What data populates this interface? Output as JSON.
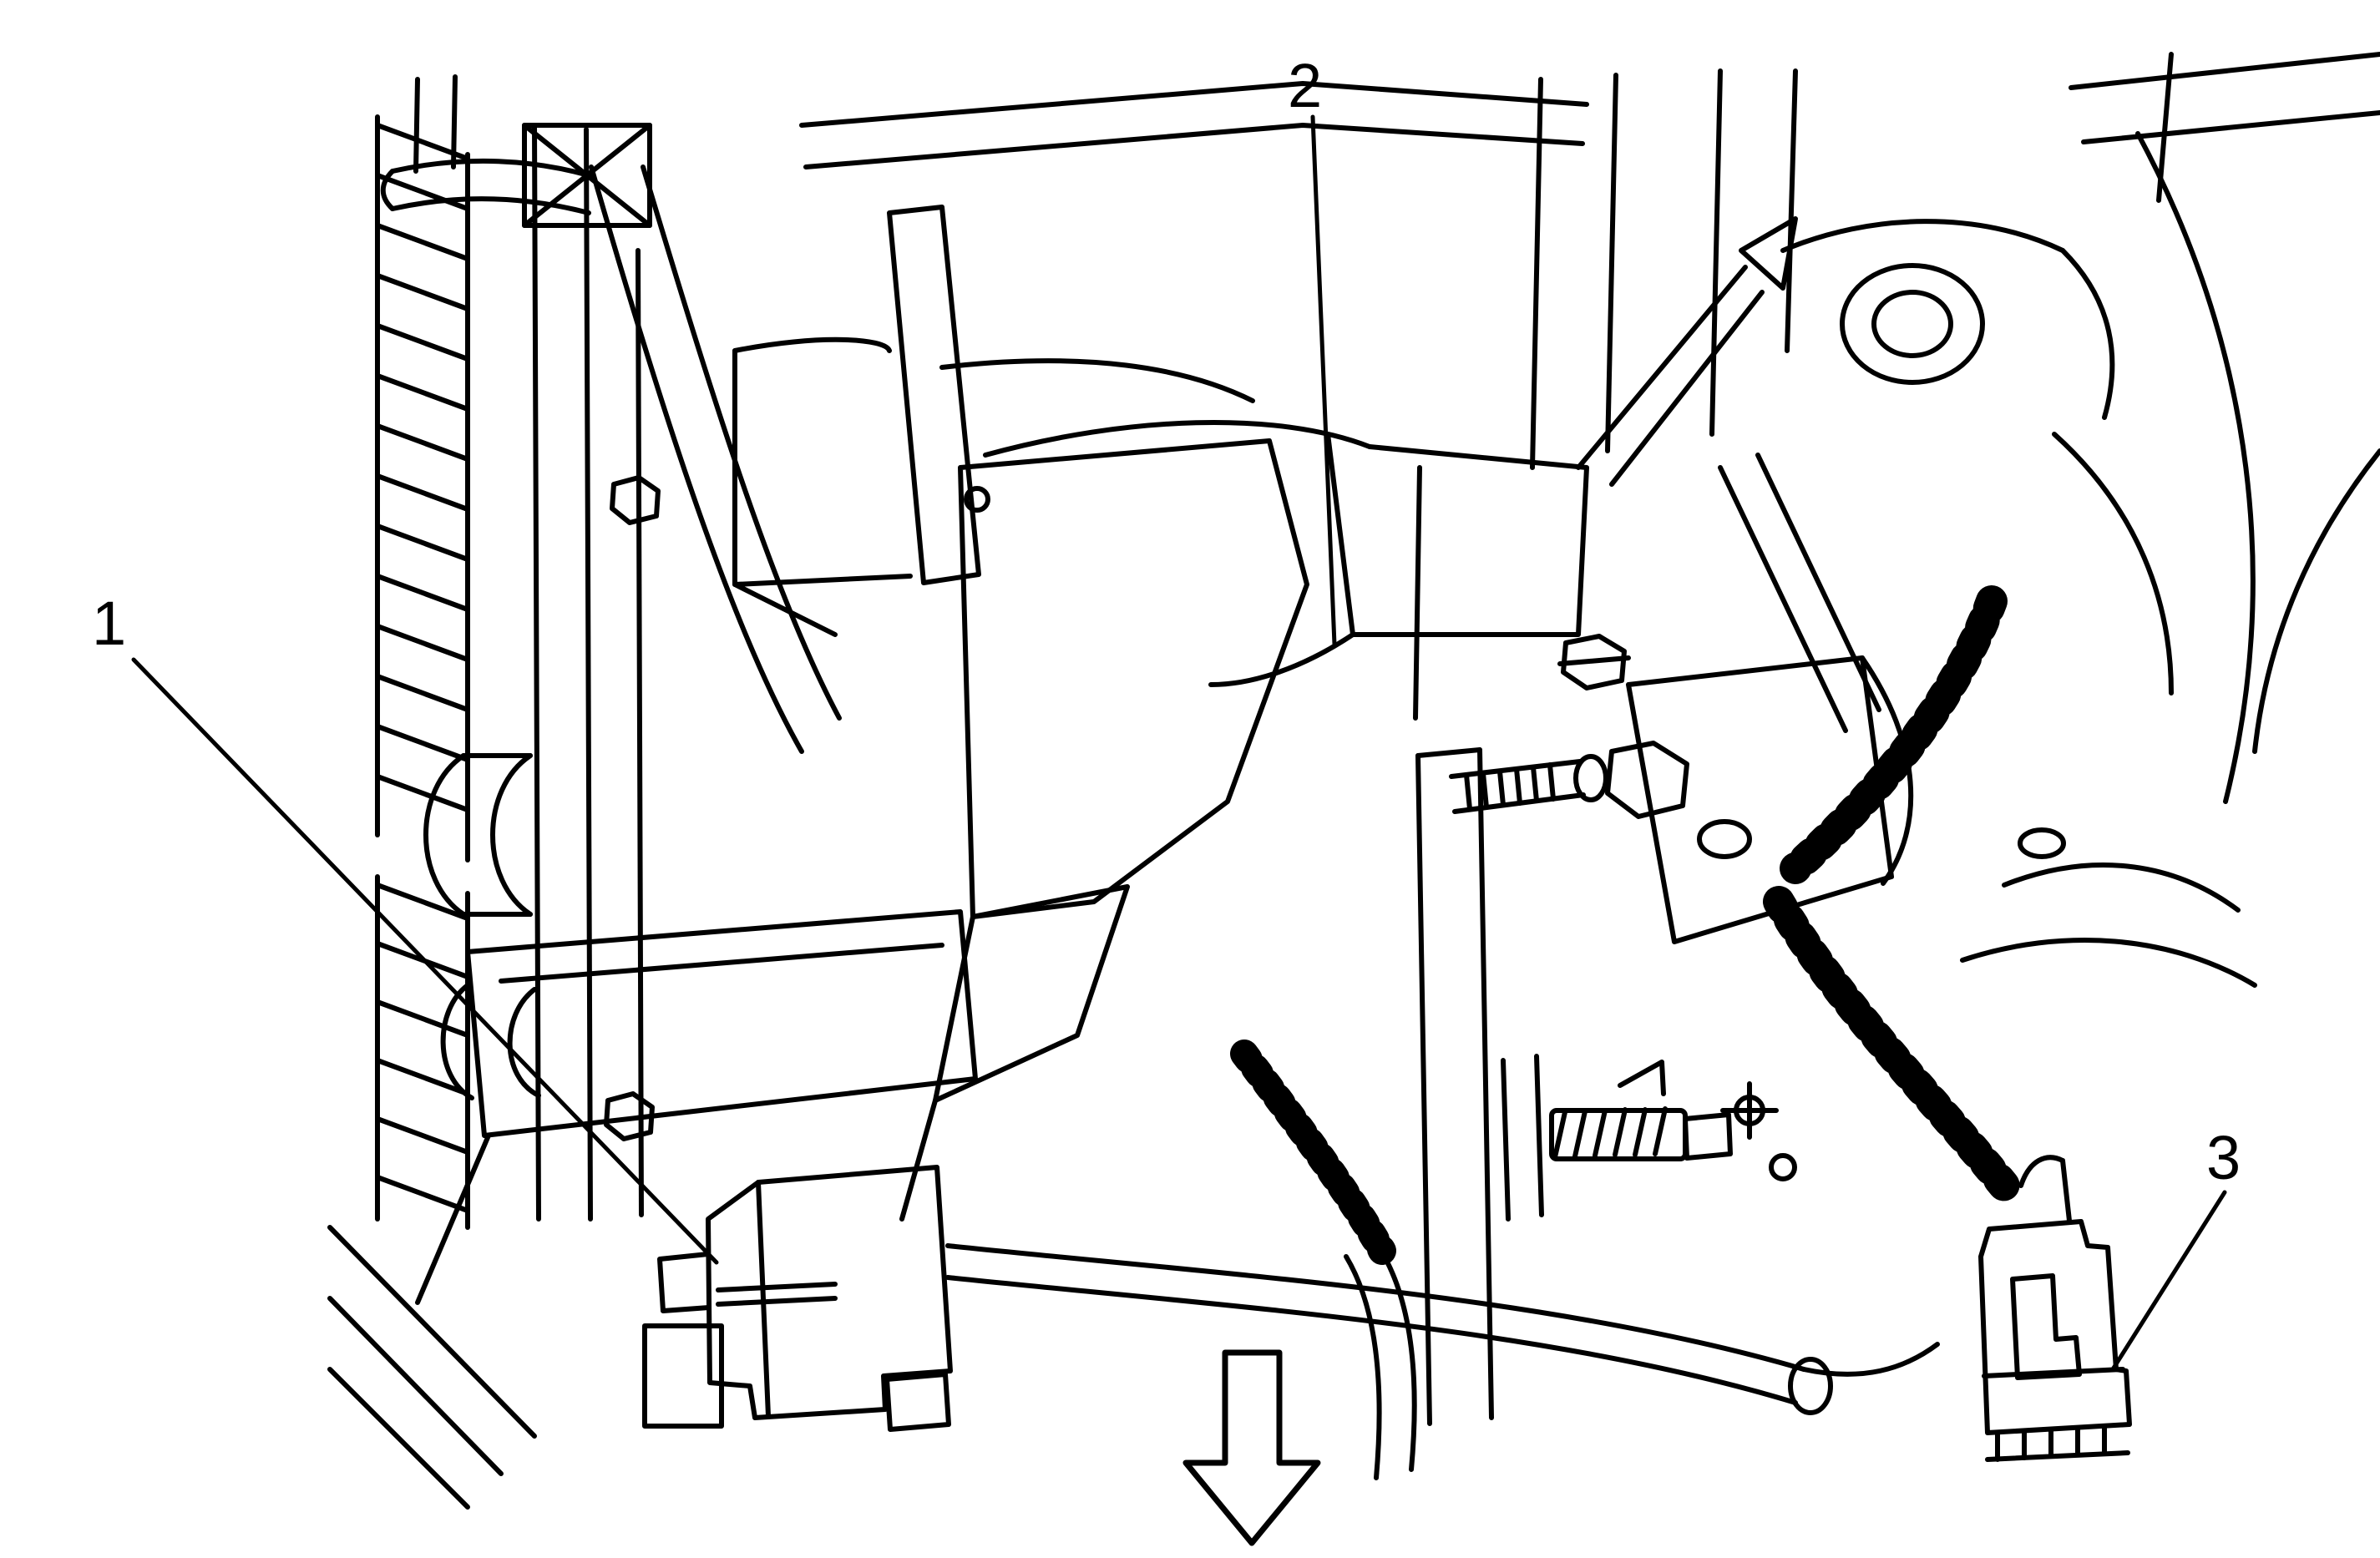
{
  "figure": {
    "callouts": [
      {
        "label": "1"
      },
      {
        "label": "2"
      },
      {
        "label": "3"
      }
    ],
    "arrow": {
      "name": "down-arrow"
    },
    "colors": {
      "line": "#000000",
      "background": "#ffffff"
    }
  }
}
